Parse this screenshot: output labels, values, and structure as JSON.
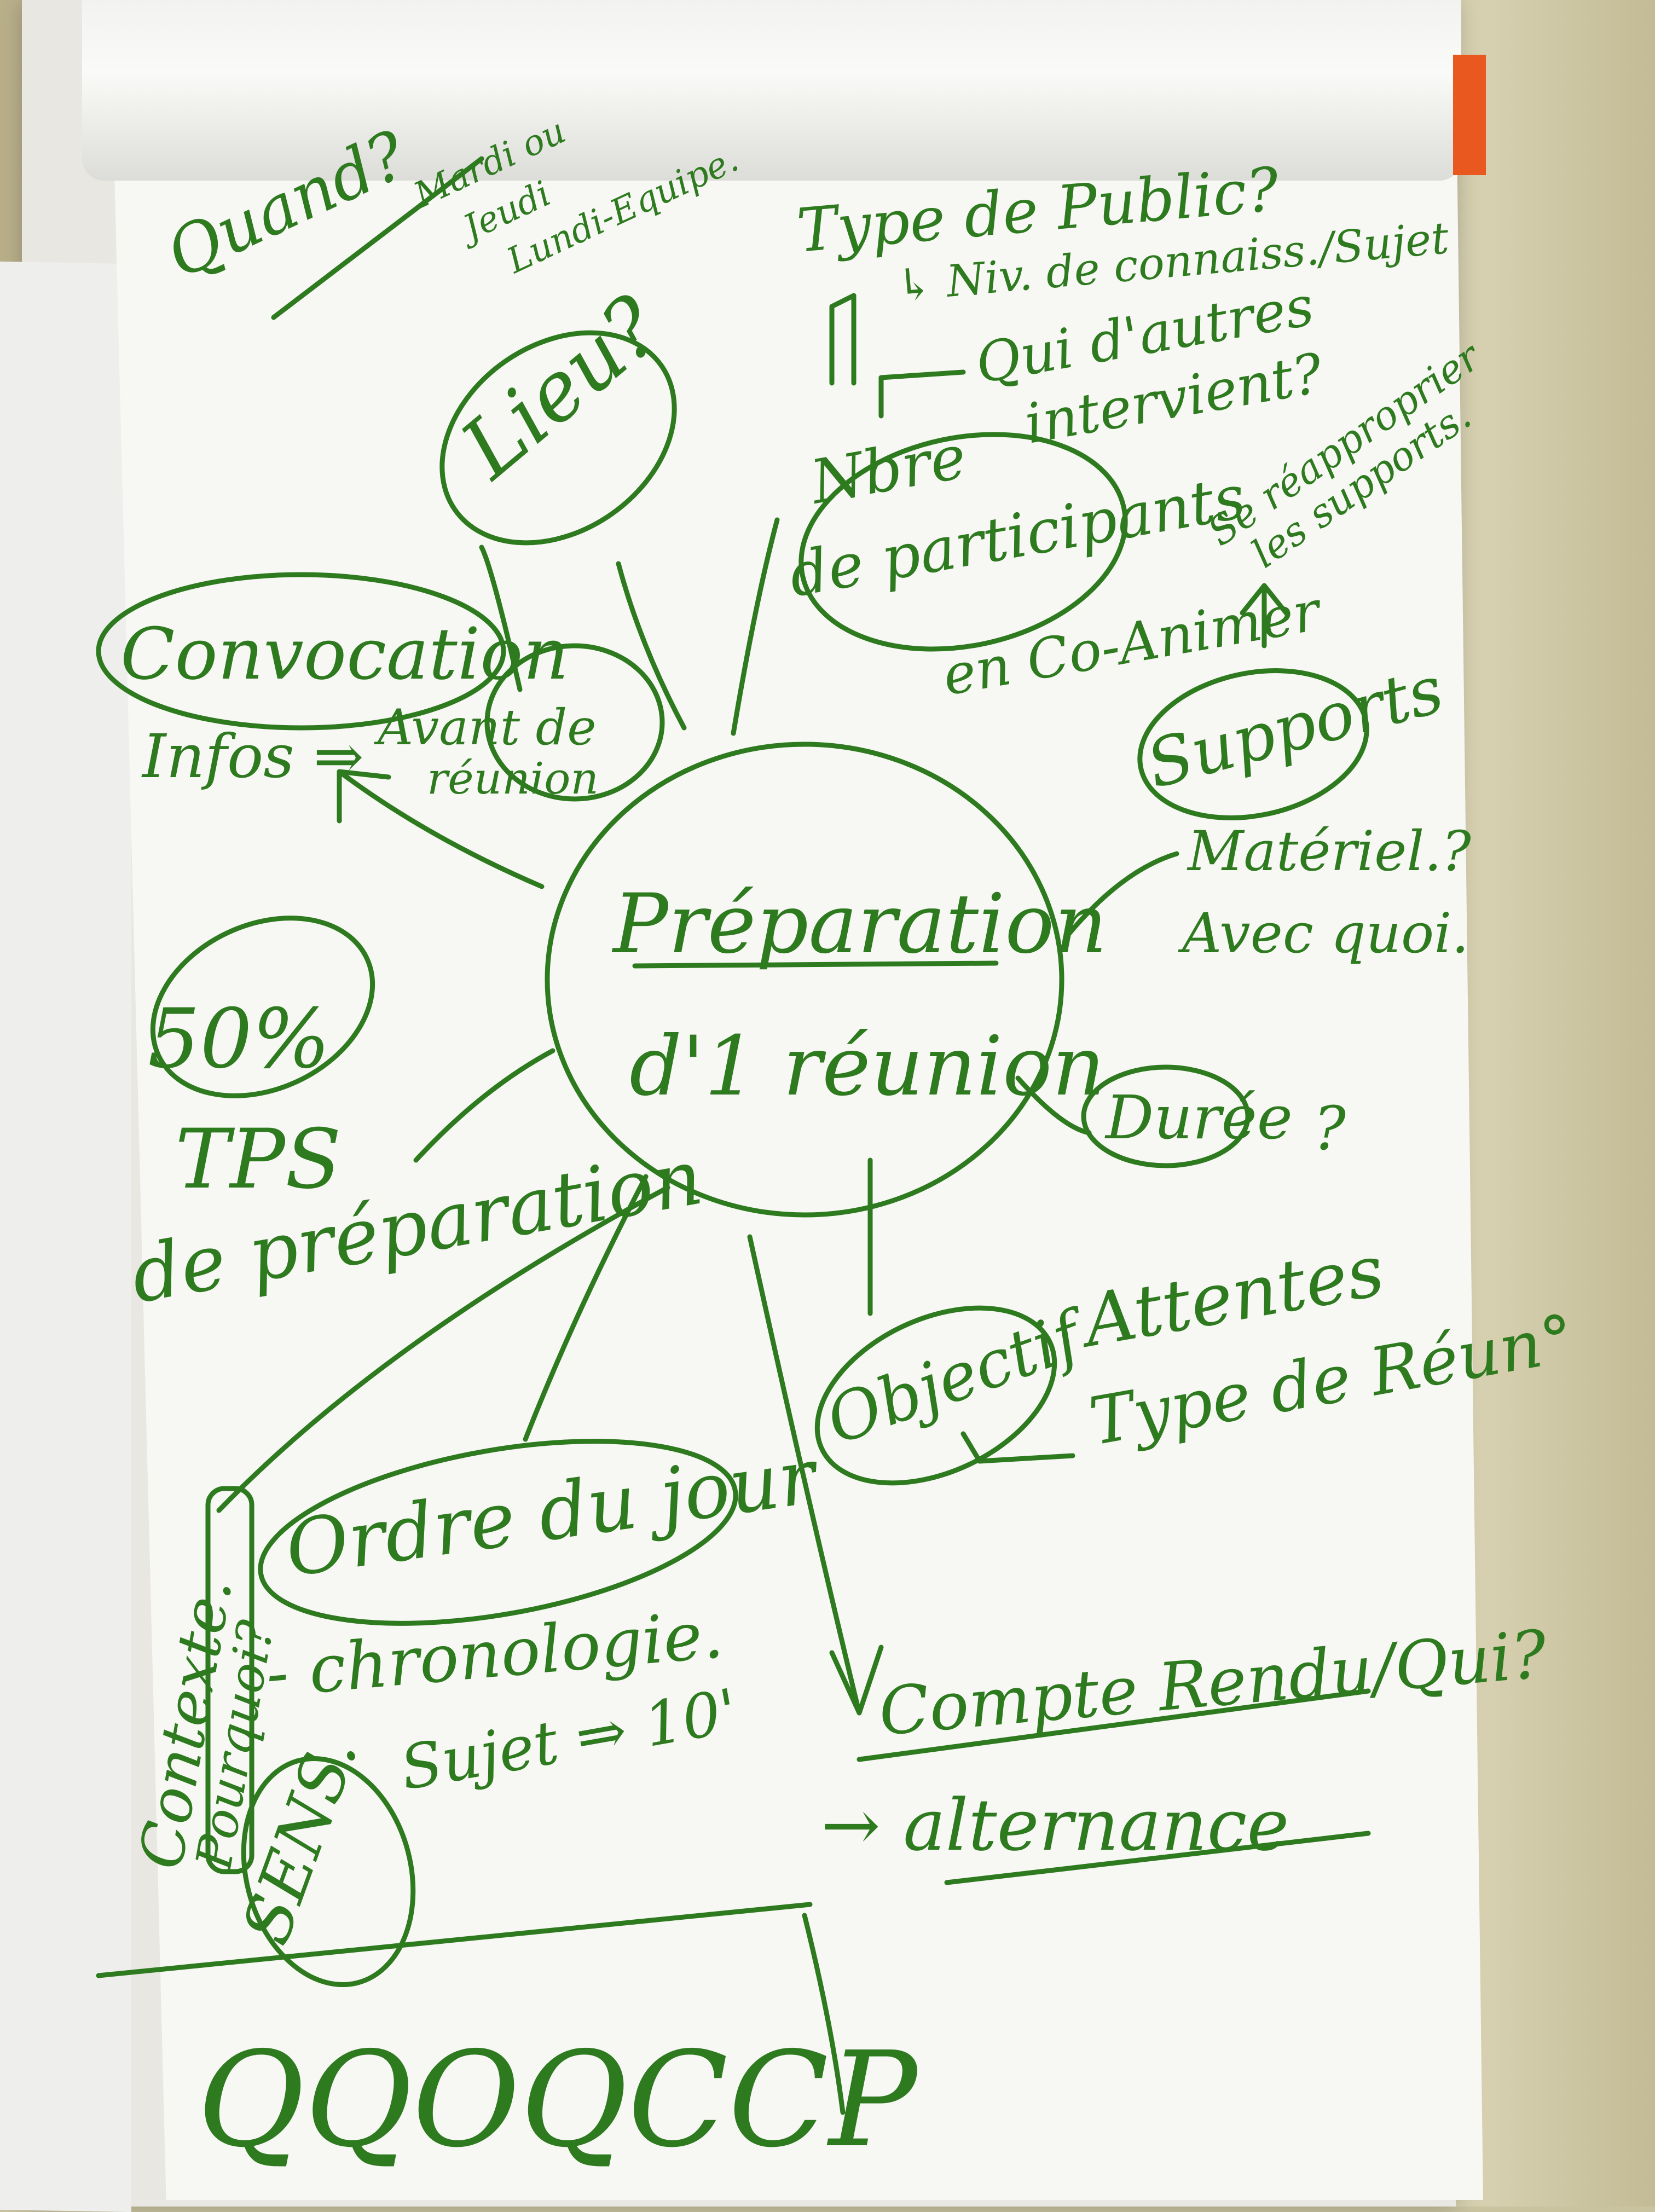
{
  "flipchart": {
    "center_line1": "Préparation",
    "center_line2": "d'1 réunion",
    "quand": "Quand?",
    "quand_opt1": "Mardi ou",
    "quand_opt2": "Jeudi",
    "quand_opt3": "Lundi-Equipe.",
    "lieu": "Lieu?",
    "convocation": "Convocation",
    "infos": "Infos ⇒",
    "avant": "Avant de",
    "reunion_small": "réunion",
    "type_public": "Type de Public?",
    "niv": "↳ Niv. de connaiss./Sujet",
    "qui_autres": "Qui d'autres",
    "intervient": "intervient?",
    "nbre": "Nbre",
    "participants": "de participants",
    "co_animer": "en Co-Animer",
    "reapproprier1": "Se réapproprier",
    "reapproprier2": "les supports.",
    "supports": "Supports",
    "materiel": "Matériel.?",
    "avec_quoi": "Avec quoi.",
    "percent": "50%",
    "tps": "TPS",
    "de_preparation": "de préparation",
    "duree": "Durée",
    "objectif": "Objectif",
    "attentes": "Attentes",
    "type_de_reun": "Type de Réun°",
    "ordre_du_jour": "Ordre du jour",
    "chronologie": "- chronologie.",
    "sujet": "Sujet ⇒ 10'",
    "contexte": "Contexte.",
    "pourquoi": "Pourquoi?",
    "sens": "SENS.",
    "compte_rendu": "Compte Rendu/Qui?",
    "alternance": "→ alternance",
    "qqoqccp": "QQOQCCP"
  }
}
